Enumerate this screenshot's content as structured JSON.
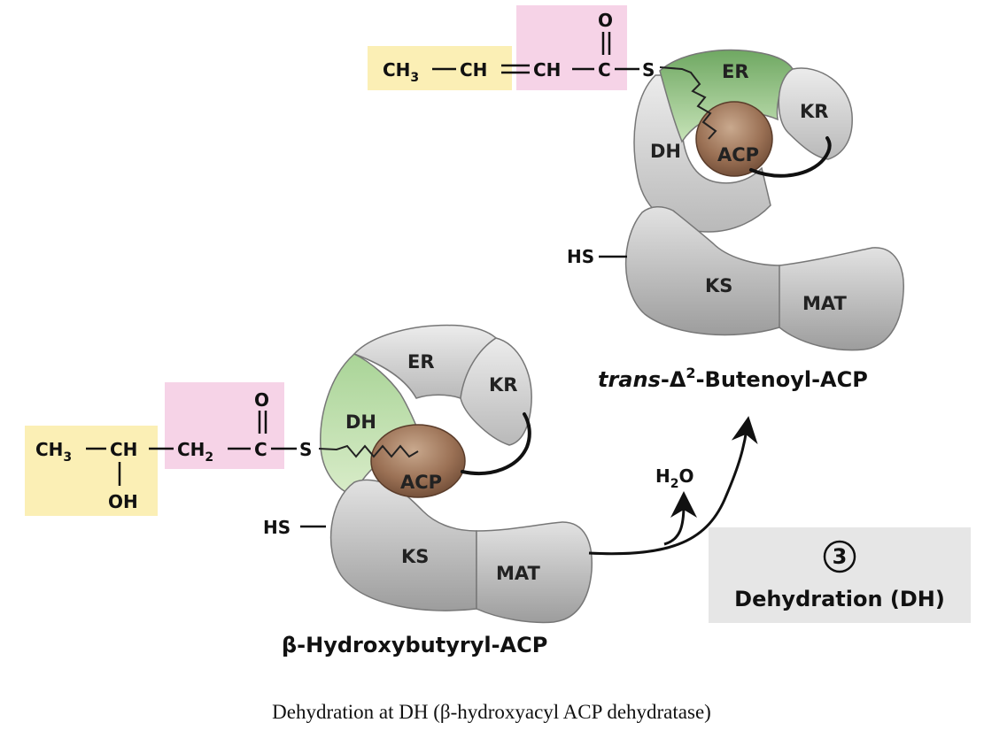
{
  "top_structure": {
    "ch3": "CH",
    "ch3_sub": "3",
    "ch_a": "CH",
    "ch_b": "CH",
    "c": "C",
    "o": "O",
    "s": "S"
  },
  "bottom_structure": {
    "ch3": "CH",
    "ch3_sub": "3",
    "ch": "CH",
    "oh": "OH",
    "ch2": "CH",
    "ch2_sub": "2",
    "c": "C",
    "o": "O",
    "s": "S"
  },
  "top_enzyme": {
    "er": "ER",
    "kr": "KR",
    "dh": "DH",
    "acp": "ACP",
    "ks": "KS",
    "mat": "MAT",
    "hs": "HS"
  },
  "bottom_enzyme": {
    "er": "ER",
    "kr": "KR",
    "dh": "DH",
    "acp": "ACP",
    "ks": "KS",
    "mat": "MAT",
    "hs": "HS"
  },
  "labels": {
    "product_prefix": "trans",
    "product_delta": "-Δ",
    "product_sup": "2",
    "product_rest": "-Butenoyl-ACP",
    "substrate": "β-Hydroxybutyryl-ACP"
  },
  "reaction": {
    "water_h": "H",
    "water_sub": "2",
    "water_o": "O",
    "step_number": "3",
    "step_name": "Dehydration (DH)"
  },
  "caption": "Dehydration at DH (β-hydroxyacyl ACP dehydratase)",
  "colors": {
    "yellow_box": "#fbefb5",
    "pink_box": "#f6d3e7",
    "green_domain": "#8fc27f",
    "acp_brown": "#9b7155",
    "gray_domain": "#c9c9c9",
    "step_box": "#e6e6e6"
  }
}
